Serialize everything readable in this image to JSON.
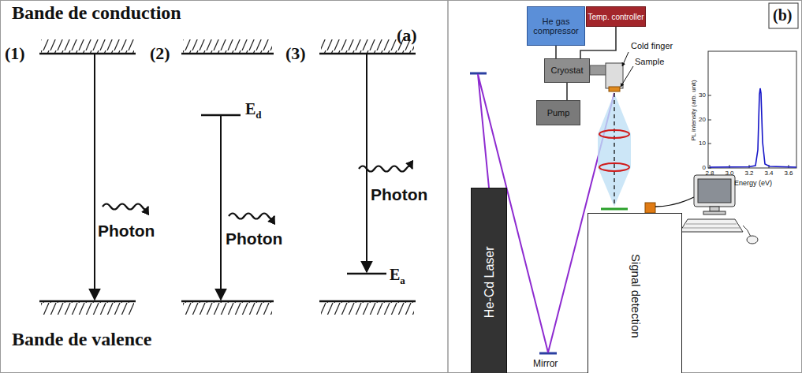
{
  "diagram": {
    "nodes": [
      {
        "text": [
          "He gas compressor"
        ]
      },
      {
        "text": [
          "Temp. controller"
        ]
      },
      {
        "text": [
          "Cryostat"
        ]
      },
      {
        "text": [
          "Pump"
        ]
      },
      {
        "text": [
          "He-Cd Laser"
        ]
      },
      {
        "text": [
          "Signal detection"
        ]
      }
    ],
    "edges": [
      {
        "from": 0,
        "to": 2,
        "arrow": "none"
      },
      {
        "from": 1,
        "to": 2,
        "arrow": "none"
      },
      {
        "from": 2,
        "to": 3,
        "arrow": "none"
      }
    ],
    "labels": [
      "Bande de conduction",
      "(a)",
      "(1)",
      "(2)",
      "(3)",
      "Ed",
      "Photon",
      "Photon",
      "Photon",
      "Ea",
      "Bande de valence",
      "(b)",
      "Cold finger",
      "Sample",
      "PL intensity (arb. unit)",
      "30",
      "20",
      "10",
      "0",
      "2.8",
      "3.0",
      "3.2",
      "3.4",
      "3.6",
      "Energy (eV)",
      "Mirror"
    ]
  }
}
